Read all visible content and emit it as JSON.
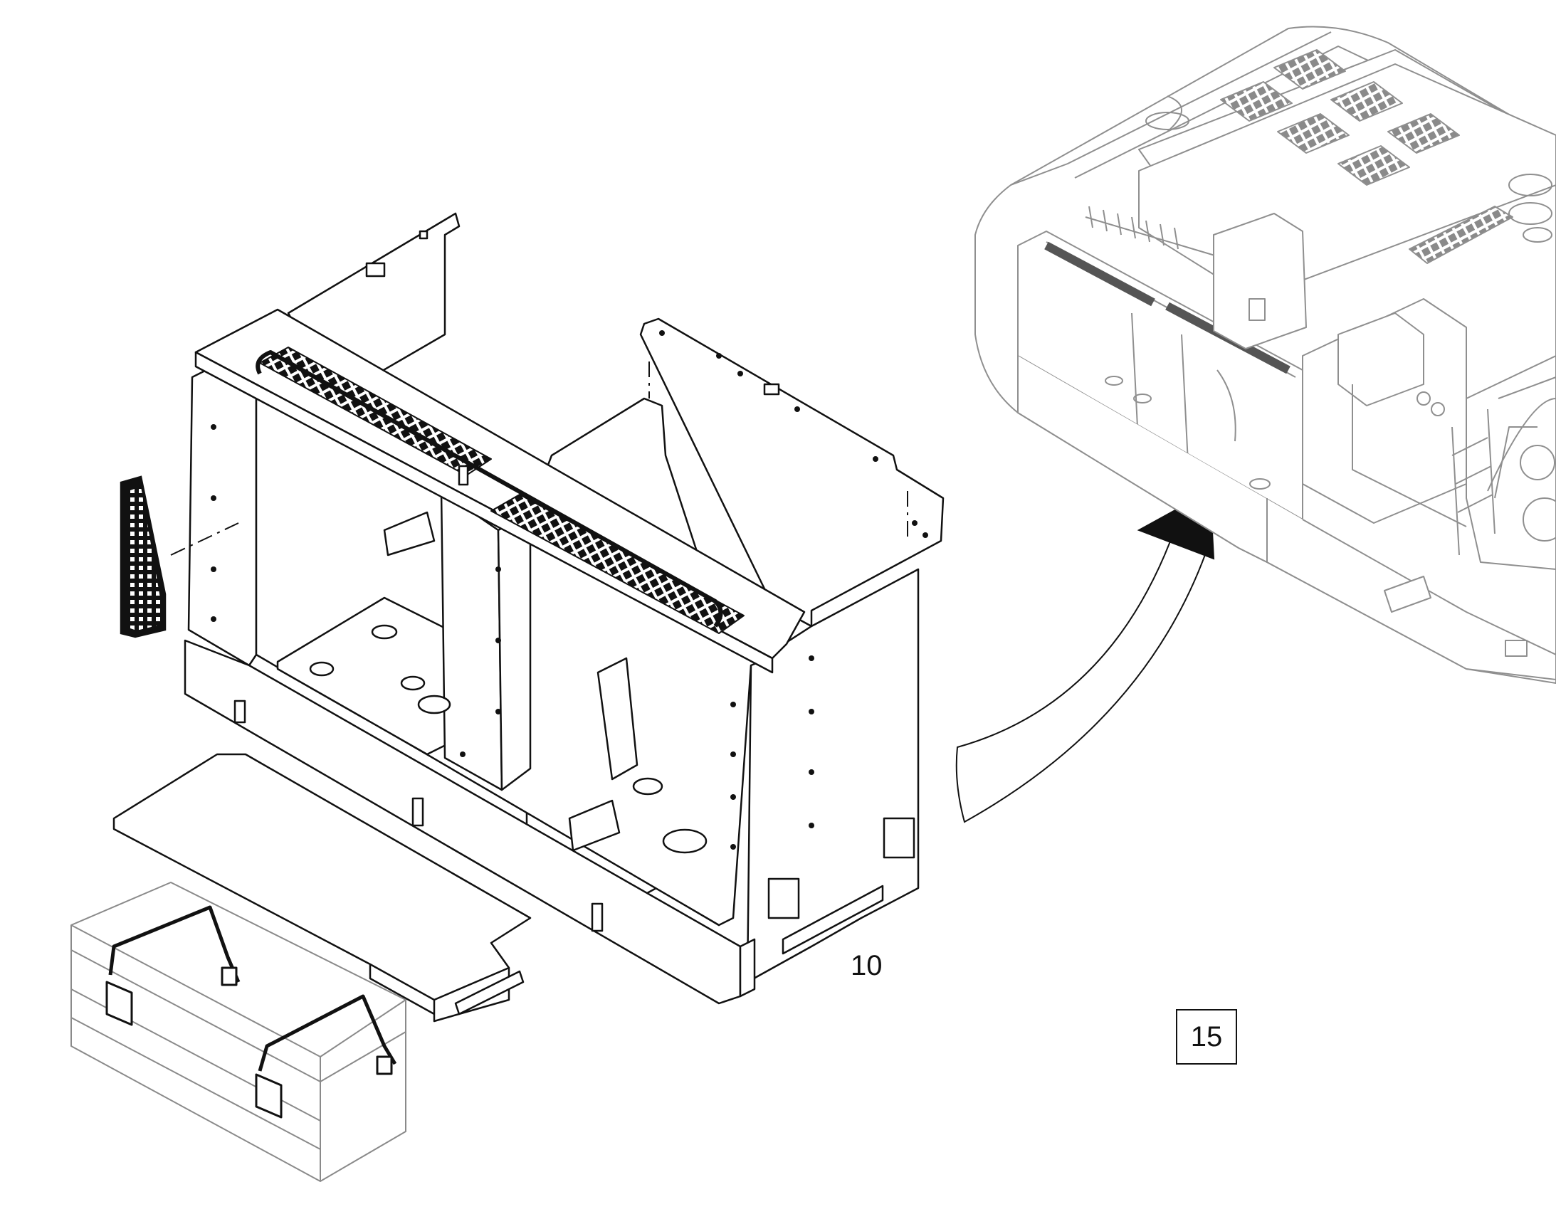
{
  "diagram": {
    "callouts": [
      {
        "id": "10",
        "text": "10"
      },
      {
        "id": "15",
        "text": "15",
        "boxed": true
      }
    ],
    "colors": {
      "line": "#111111",
      "ghost_line": "#9a9a9a",
      "background": "#ffffff",
      "fill": "#ffffff"
    }
  }
}
